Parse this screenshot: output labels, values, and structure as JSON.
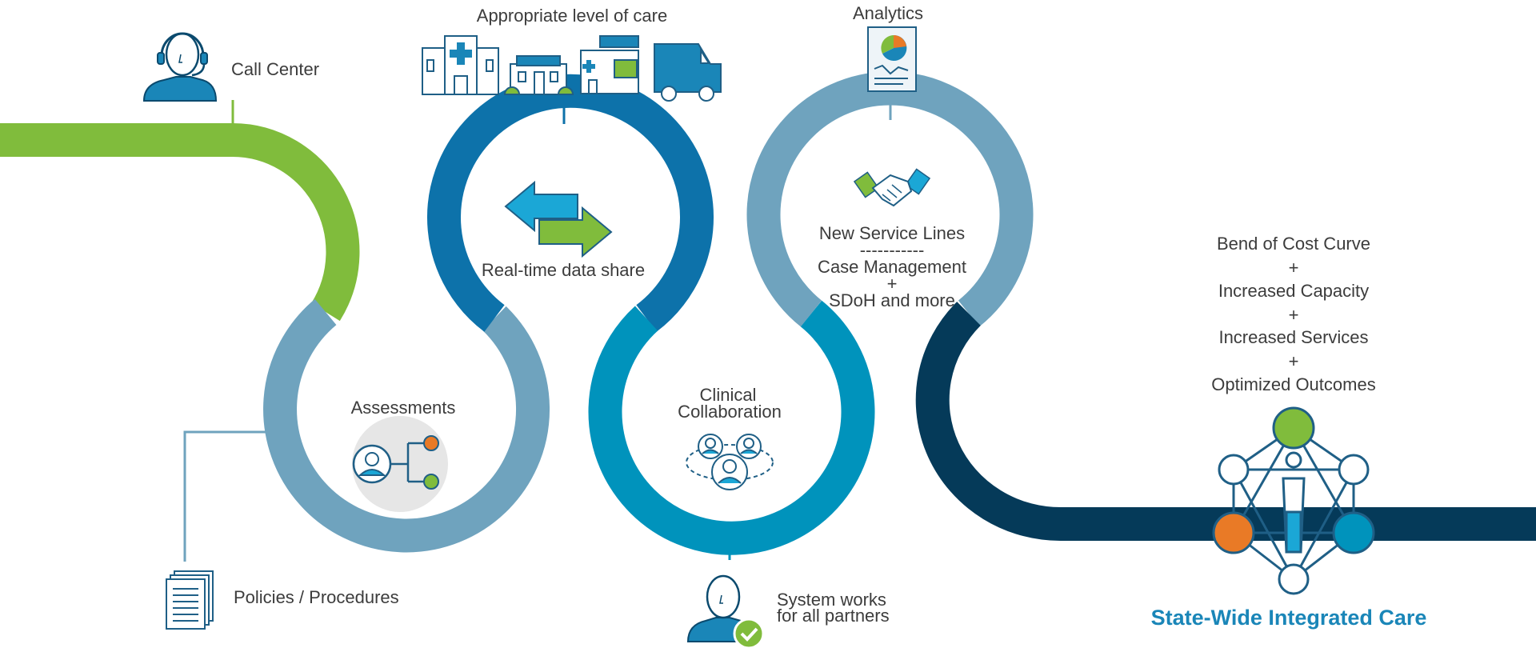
{
  "labels": {
    "call_center": "Call Center",
    "level_of_care": "Appropriate level of care",
    "analytics": "Analytics",
    "realtime": "Real-time data share",
    "assessments": "Assessments",
    "clinical_line1": "Clinical",
    "clinical_line2": "Collaboration",
    "new_service_lines": "New Service Lines",
    "dashes": "-----------",
    "case_management": "Case Management",
    "plus1": "+",
    "sdoh": "SDoH and more",
    "policies": "Policies / Procedures",
    "system_line1": "System works",
    "system_line2": "for all partners",
    "outcome_1": "Bend of Cost Curve",
    "outcome_plus1": "+",
    "outcome_2": "Increased Capacity",
    "outcome_plus2": "+",
    "outcome_3": "Increased Services",
    "outcome_plus3": "+",
    "outcome_4": "Optimized Outcomes",
    "final_title": "State-Wide Integrated Care"
  },
  "colors": {
    "green": "#80bc3c",
    "steel": "#6fa3be",
    "blue_dark": "#0d72aa",
    "teal": "#0093bc",
    "navy": "#053a59",
    "orange": "#e97a26",
    "title_blue": "#1a86b8"
  },
  "icons": [
    "headset-agent-icon",
    "facilities-icon",
    "analytics-report-icon",
    "data-share-arrows-icon",
    "handshake-icon",
    "assessment-icon",
    "collaboration-icon",
    "documents-icon",
    "agent-check-icon",
    "integrated-care-network-icon"
  ]
}
